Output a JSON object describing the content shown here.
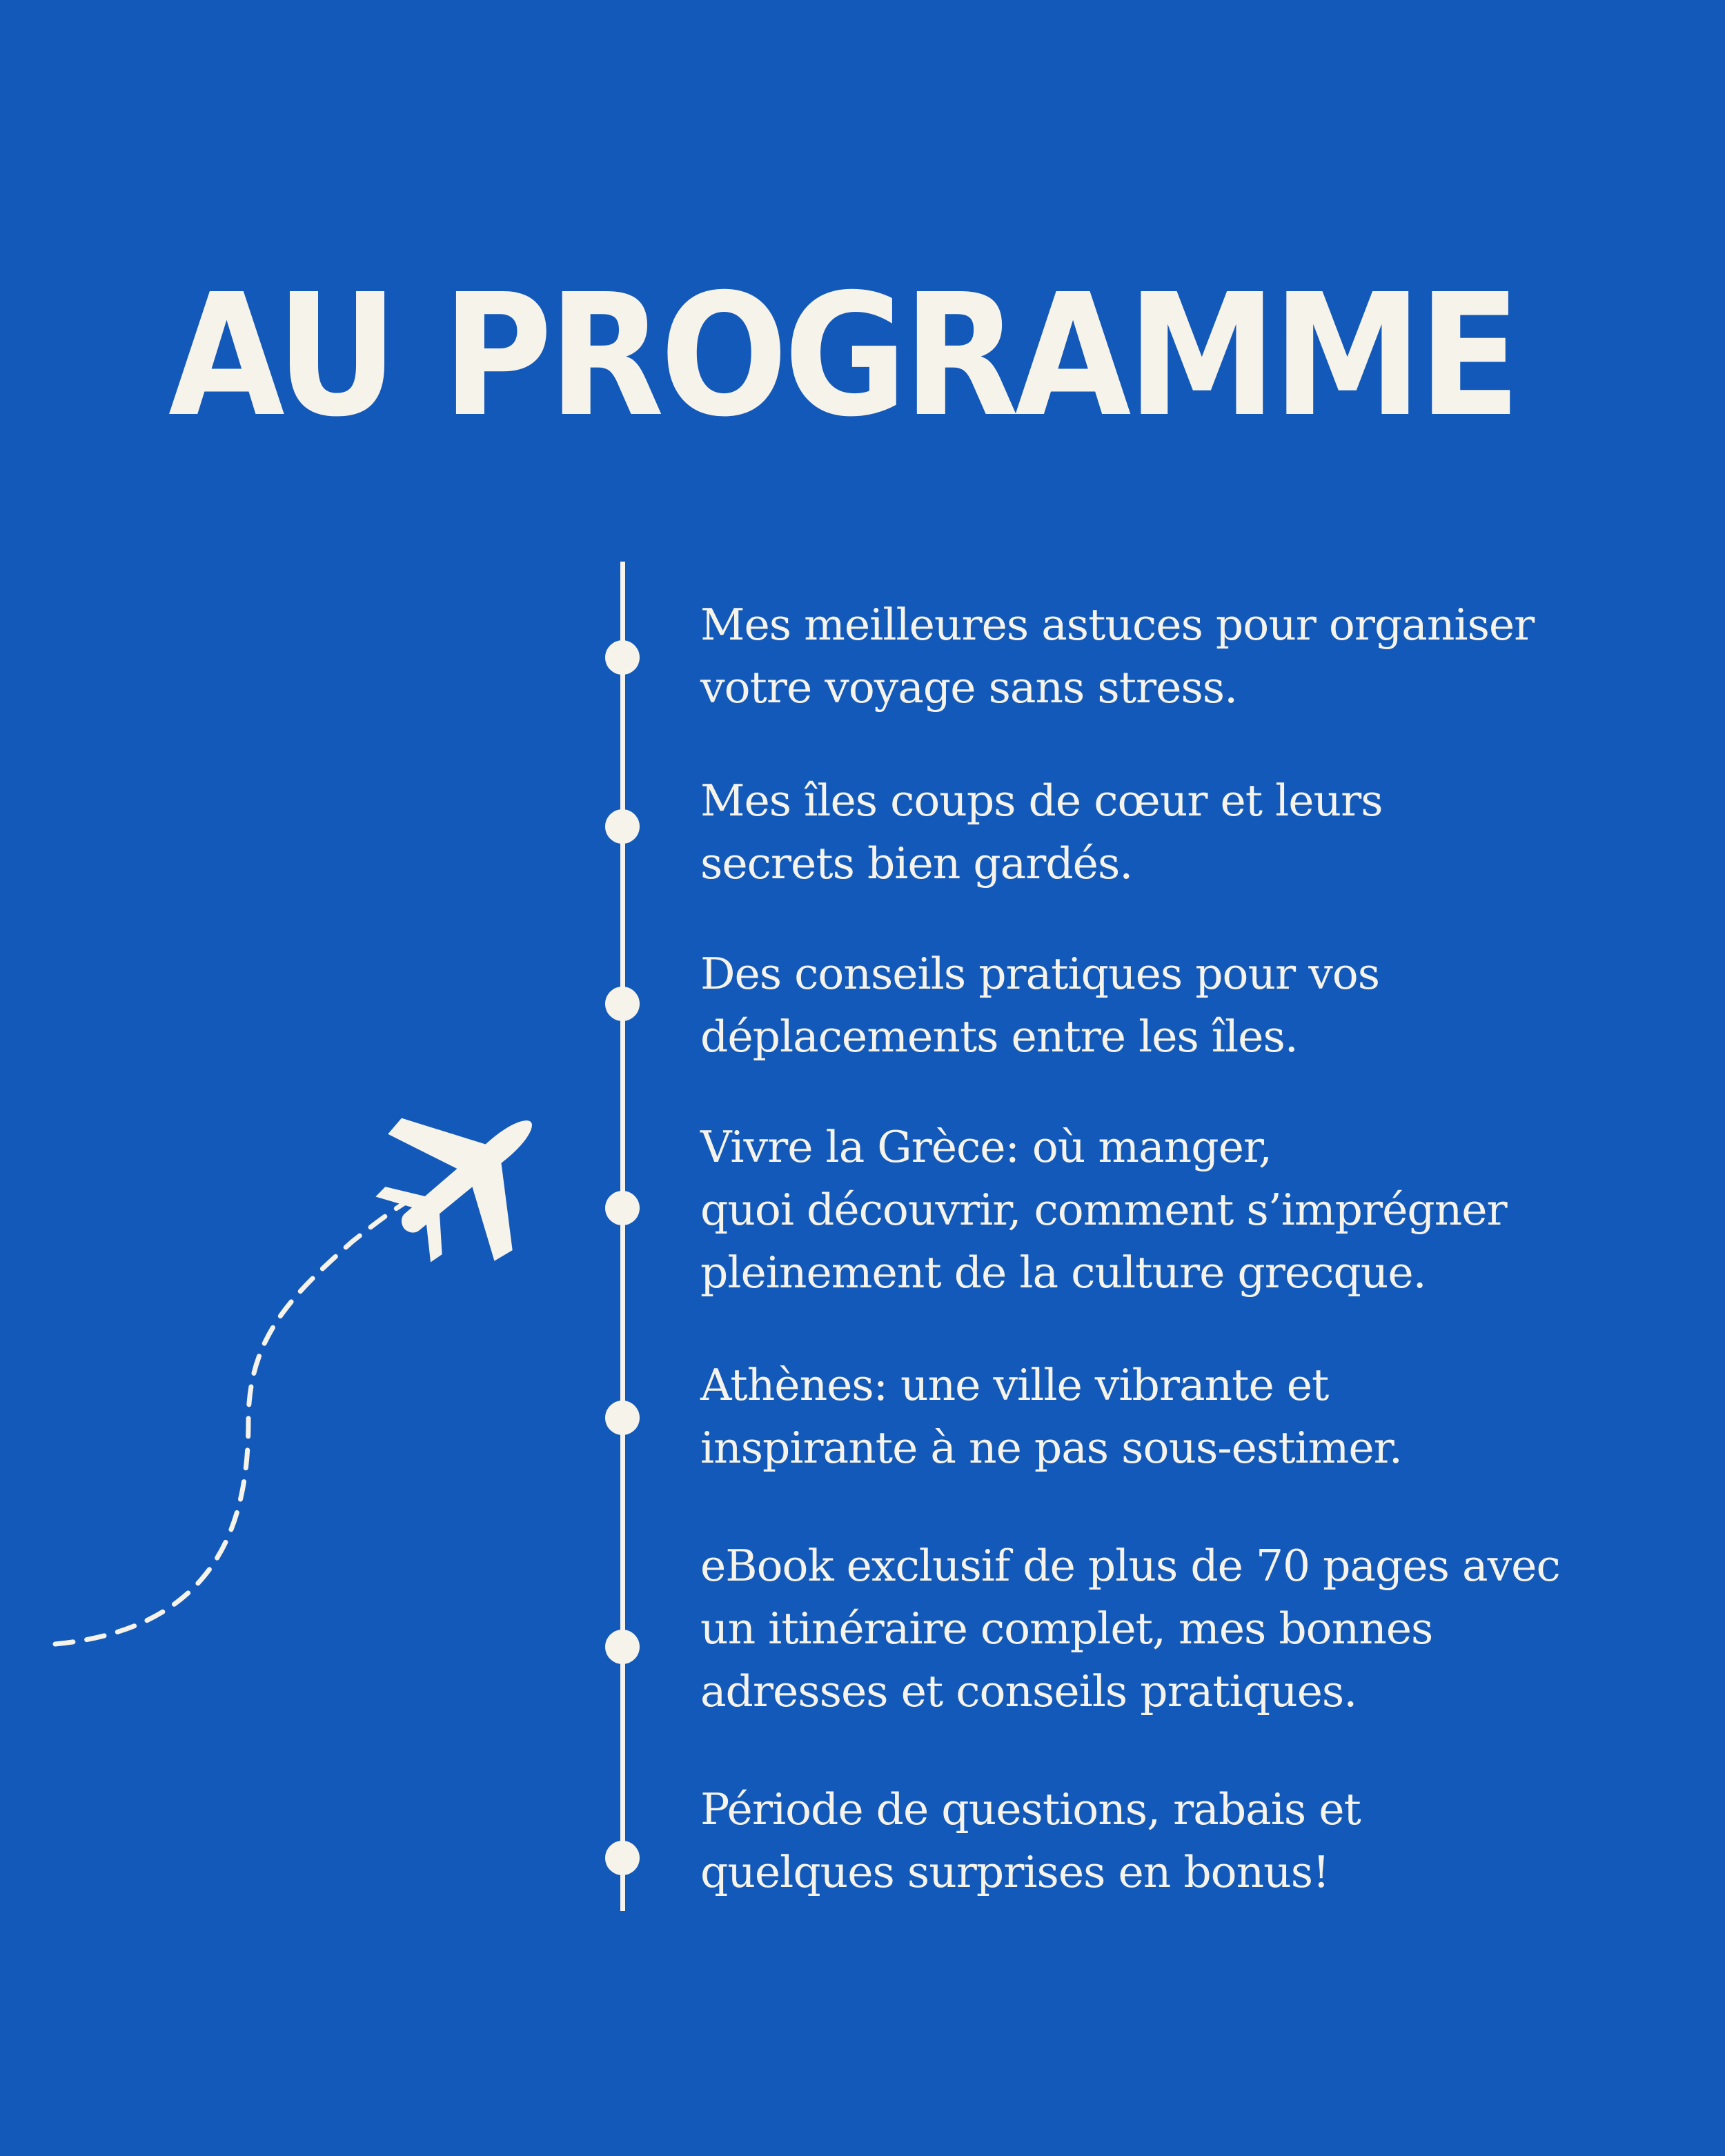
{
  "title": "AU PROGRAMME",
  "colors": {
    "background": "#1359BA",
    "foreground": "#F6F3EA"
  },
  "icons": [
    "airplane-icon",
    "dashed-flight-path"
  ],
  "items": [
    {
      "text": "Mes meilleures astuces pour organiser\nvotre voyage sans stress."
    },
    {
      "text": "Mes îles coups de cœur et leurs\nsecrets bien gardés."
    },
    {
      "text": "Des conseils pratiques pour vos\ndéplacements entre les îles."
    },
    {
      "text": "Vivre la Grèce: où manger,\nquoi découvrir, comment s’imprégner\npleinement de la culture grecque."
    },
    {
      "text": "Athènes: une ville vibrante et\ninspirante à ne pas sous-estimer."
    },
    {
      "text": "eBook exclusif de plus de 70 pages avec\nun itinéraire complet, mes bonnes\nadresses et conseils pratiques."
    },
    {
      "text": "Période de questions, rabais et\nquelques surprises en bonus!"
    }
  ]
}
